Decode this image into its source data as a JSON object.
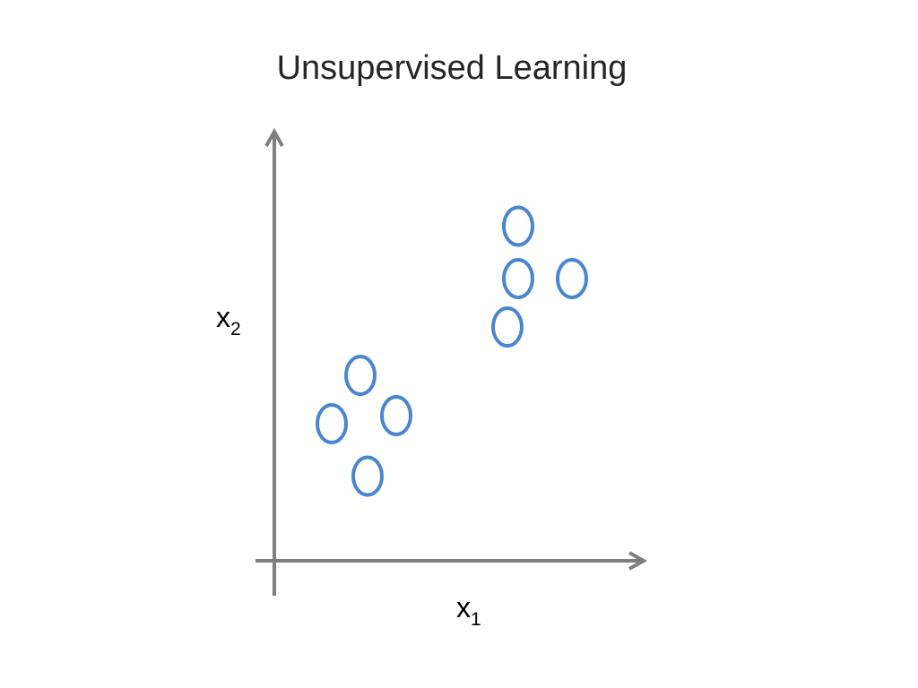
{
  "title": "Unsupervised Learning",
  "axes": {
    "x": {
      "base": "x",
      "subscript": "1"
    },
    "y": {
      "base": "x",
      "subscript": "2"
    }
  },
  "colors": {
    "axis": "#7f7f7f",
    "marker": "#4a86cf",
    "title": "#262626"
  },
  "chart_data": {
    "type": "scatter",
    "title": "Unsupervised Learning",
    "xlabel": "x1",
    "ylabel": "x2",
    "xlim": [
      0,
      10
    ],
    "ylim": [
      0,
      10
    ],
    "grid": false,
    "legend": "none",
    "marker": "open-circle",
    "series": [
      {
        "points": [
          {
            "x": 1.6,
            "y": 3.4
          },
          {
            "x": 2.4,
            "y": 4.6
          },
          {
            "x": 3.4,
            "y": 3.6
          },
          {
            "x": 2.6,
            "y": 2.1
          },
          {
            "x": 6.8,
            "y": 8.3
          },
          {
            "x": 6.8,
            "y": 7.0
          },
          {
            "x": 8.3,
            "y": 7.0
          },
          {
            "x": 6.5,
            "y": 5.8
          }
        ]
      }
    ]
  }
}
